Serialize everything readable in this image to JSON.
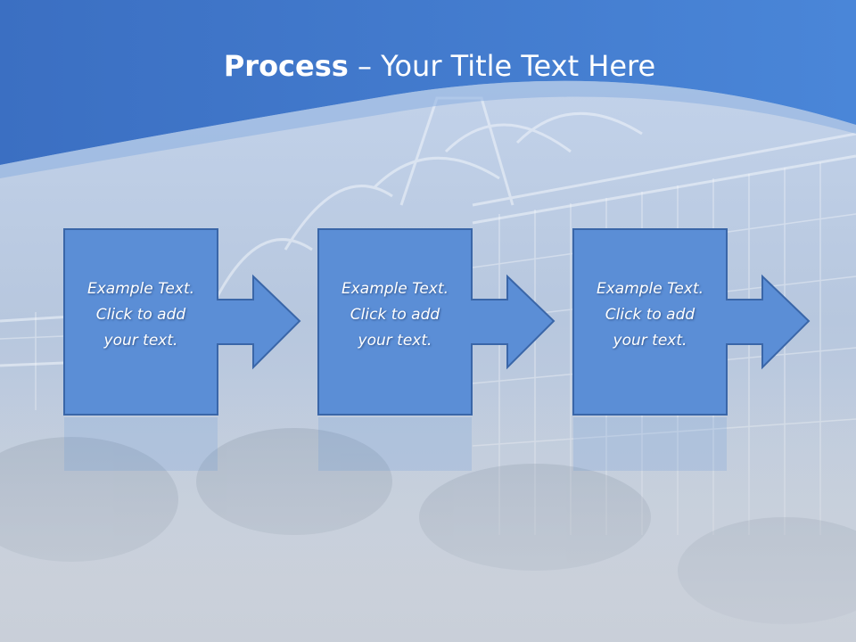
{
  "slide": {
    "title_bold": "Process",
    "title_rest": " – Your Title Text Here",
    "steps": [
      {
        "text": "Example Text.\nClick  to add\nyour text."
      },
      {
        "text": "Example Text.\nClick  to add\nyour text."
      },
      {
        "text": "Example Text.\nClick  to add\nyour text."
      }
    ],
    "colors": {
      "banner": "#3f77c9",
      "step_fill": "#5b8ed6",
      "step_border": "#3a66a8"
    }
  }
}
